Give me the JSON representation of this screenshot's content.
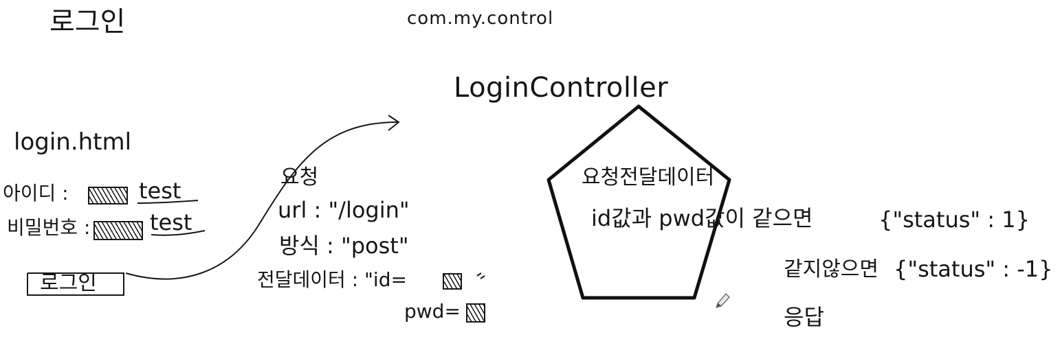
{
  "title": "로그인",
  "package": "com.my.control",
  "controller": "LoginController",
  "client": {
    "file": "login.html",
    "id_label": "아이디 :",
    "id_value": "test",
    "pwd_label": "비밀번호 :",
    "pwd_value": "test",
    "login_button": "로그인"
  },
  "request": {
    "heading": "요청",
    "url_line": "url : \"/login\"",
    "method_line": "방식 : \"post\"",
    "data_line": "전달데이터 : \"id=",
    "pwd_line": "pwd="
  },
  "controller_body": {
    "line1": "요청전달데이터",
    "line2": "id값과 pwd값이 같으면"
  },
  "responses": {
    "same": "{\"status\" : 1}",
    "diff_prefix": "같지않으면",
    "diff": "{\"status\" : -1}",
    "label": "응답"
  },
  "colors": {
    "ink": "#161616",
    "paper": "#ffffff"
  }
}
